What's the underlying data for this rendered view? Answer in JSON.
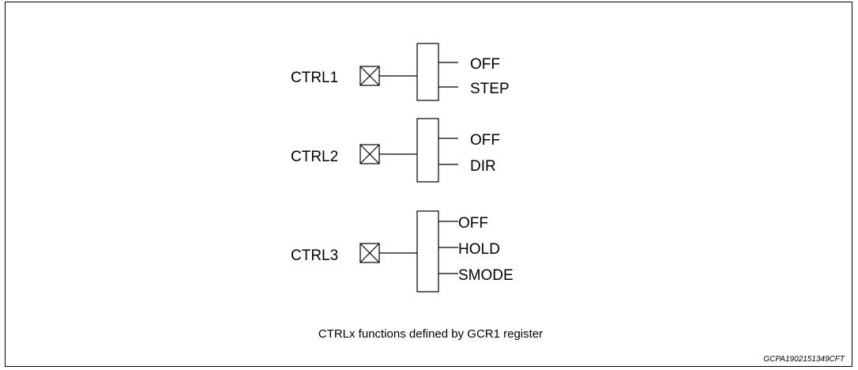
{
  "colors": {
    "line": "#000000",
    "background": "#ffffff"
  },
  "pins": [
    {
      "label": "CTRL1",
      "icon": "crossed-square-pin-icon",
      "functions": [
        "OFF",
        "STEP"
      ]
    },
    {
      "label": "CTRL2",
      "icon": "crossed-square-pin-icon",
      "functions": [
        "OFF",
        "DIR"
      ]
    },
    {
      "label": "CTRL3",
      "icon": "crossed-square-pin-icon",
      "functions": [
        "OFF",
        "HOLD",
        "SMODE"
      ]
    }
  ],
  "caption": "CTRLx functions defined by GCR1 register",
  "figure_code": "GCPA1902151349CFT"
}
